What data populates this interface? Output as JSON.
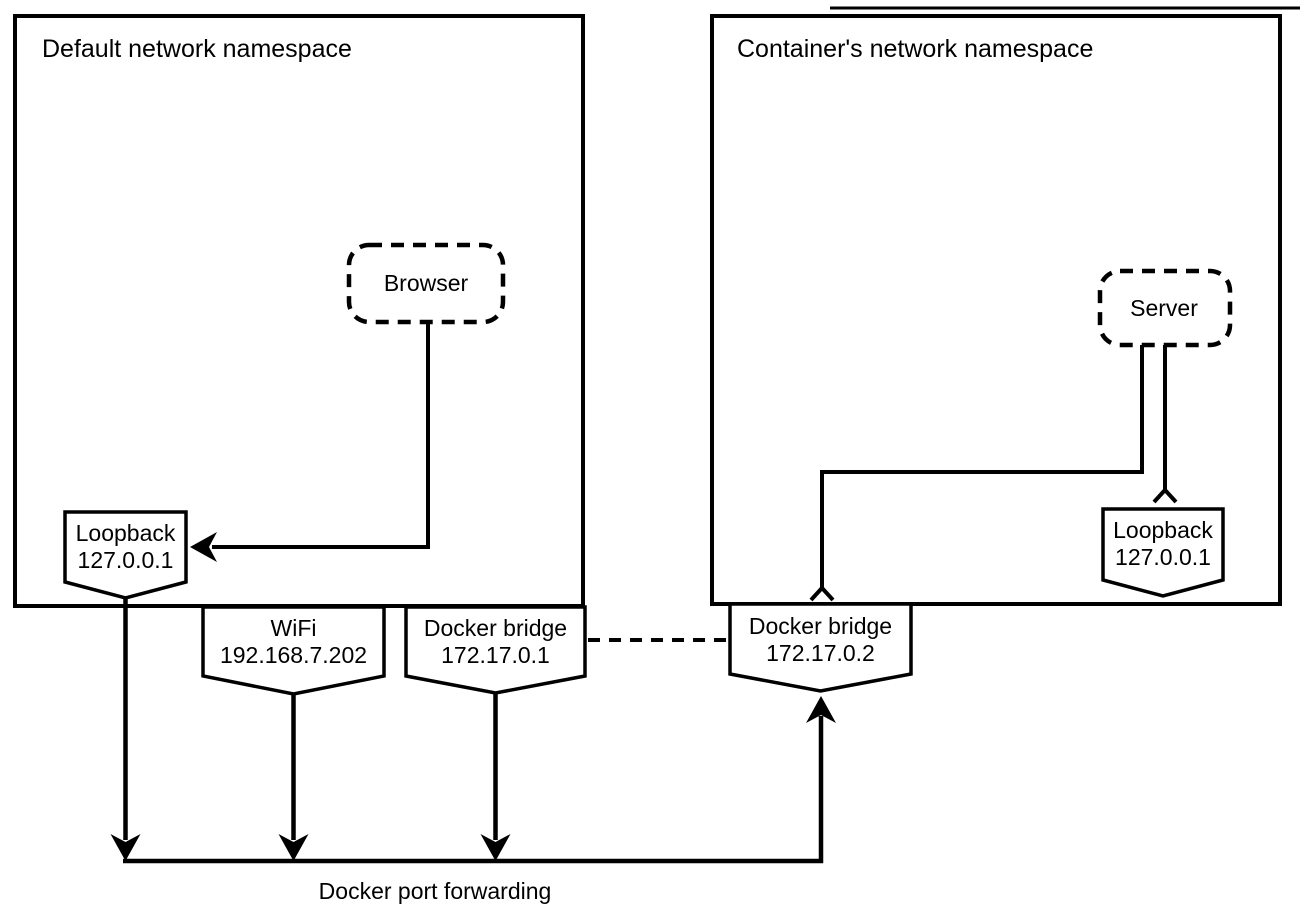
{
  "page": {
    "background": "#ffffff",
    "ink": "#000000"
  },
  "containers": [
    {
      "title": "Default network namespace"
    },
    {
      "title": "Container's network namespace"
    }
  ],
  "processes": [
    {
      "label": "Browser"
    },
    {
      "label": "Server"
    }
  ],
  "interfaces": [
    {
      "name": "Loopback",
      "ip": "127.0.0.1"
    },
    {
      "name": "WiFi",
      "ip": "192.168.7.202"
    },
    {
      "name": "Docker bridge",
      "ip": "172.17.0.1"
    },
    {
      "name": "Docker bridge",
      "ip": "172.17.0.2"
    },
    {
      "name": "Loopback",
      "ip": "127.0.0.1"
    }
  ],
  "caption": "Docker port forwarding"
}
